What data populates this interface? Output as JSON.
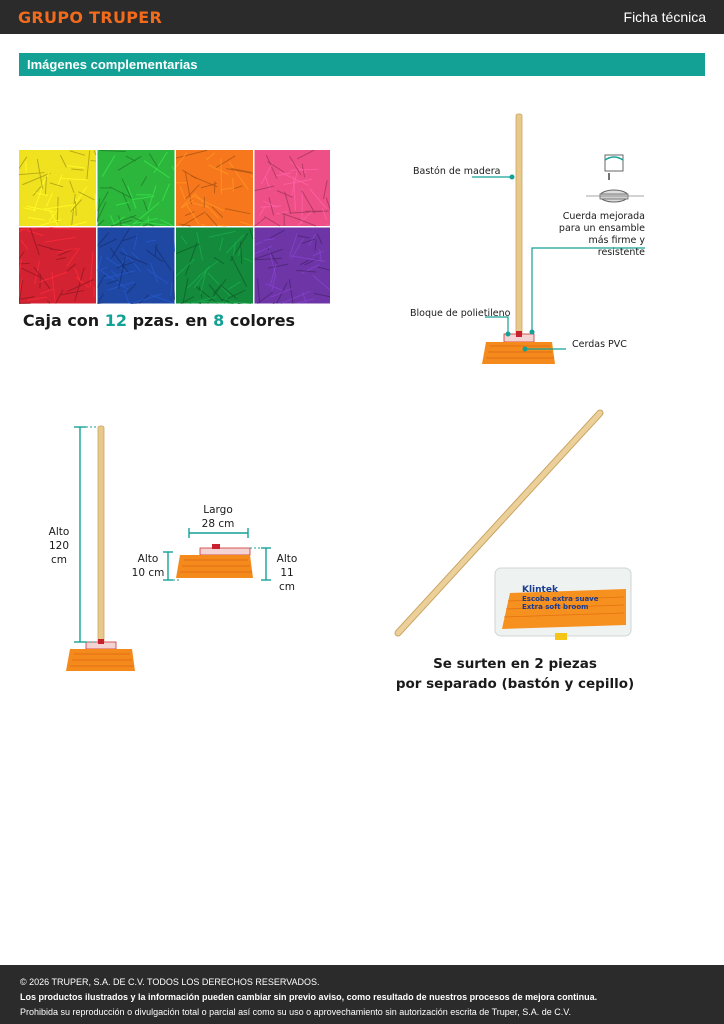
{
  "header": {
    "brand": "GRUPO TRUPER",
    "doc_type": "Ficha técnica"
  },
  "section": {
    "title": "Imágenes complementarias"
  },
  "colors_panel": {
    "swatches": [
      "#f1e21f",
      "#2db63c",
      "#f7781c",
      "#ee4f86",
      "#d32231",
      "#1f47a4",
      "#148a3c",
      "#6d35a6"
    ],
    "caption": {
      "t1": "Caja con ",
      "n1": "12",
      "t2": " pzas. en ",
      "n2": "8",
      "t3": " colores"
    }
  },
  "parts_panel": {
    "labels": {
      "handle": "Bastón de madera",
      "rope_l1": "Cuerda mejorada",
      "rope_l2": "para un ensamble",
      "rope_l3": "más firme y resistente",
      "block": "Bloque de polietileno",
      "bristles": "Cerdas PVC"
    }
  },
  "dims_panel": {
    "height_total": {
      "l1": "Alto",
      "l2": "120 cm"
    },
    "length": {
      "l1": "Largo",
      "l2": "28 cm"
    },
    "head_left": {
      "l1": "Alto",
      "l2": "10 cm"
    },
    "head_right": {
      "l1": "Alto",
      "l2": "11 cm"
    }
  },
  "pieces_panel": {
    "package": {
      "brand": "Klintek",
      "l1": "Escoba extra suave",
      "l2": "Extra soft broom"
    },
    "caption_l1": "Se surten en 2 piezas",
    "caption_l2": "por separado (bastón y cepillo)"
  },
  "footer": {
    "copyright": "© 2026 TRUPER, S.A. DE C.V. TODOS LOS DERECHOS RESERVADOS.",
    "notice": "Los productos ilustrados y la información pueden cambiar sin previo aviso, como resultado de nuestros procesos de mejora continua.",
    "legal": "Prohibida su reproducción o divulgación total o parcial así como su uso o aprovechamiento sin autorización escrita de Truper, S.A. de C.V."
  }
}
